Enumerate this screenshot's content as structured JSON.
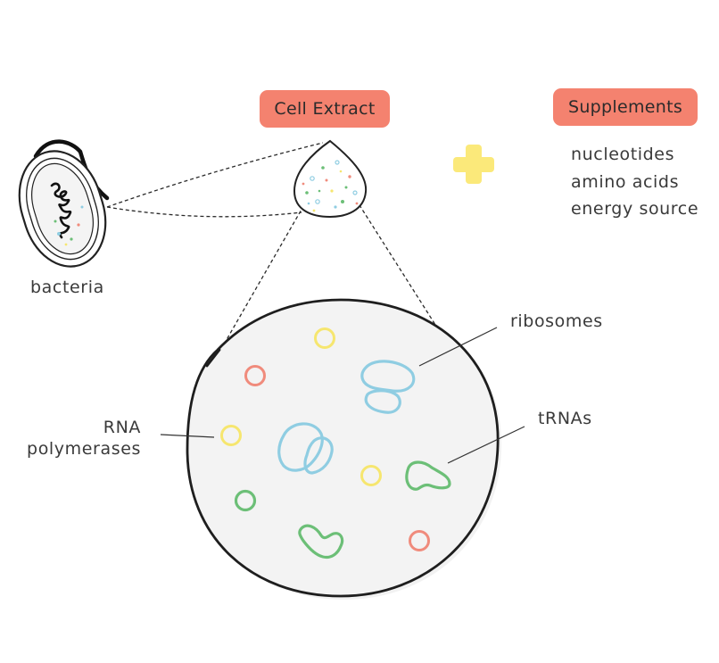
{
  "header": {
    "cell_extract_label": "Cell Extract",
    "supplements_label": "Supplements"
  },
  "supplements": {
    "items": [
      "nucleotides",
      "amino acids",
      "energy source"
    ]
  },
  "labels": {
    "bacteria": "bacteria",
    "ribosomes": "ribosomes",
    "trnas": "tRNAs",
    "rna_polymerases_line1": "RNA",
    "rna_polymerases_line2": "polymerases"
  },
  "colors": {
    "pill": "#f4826f",
    "plus": "#fbe97a",
    "ribosome": "#8fcde2",
    "trna": "#6cbf77",
    "polymerase_yellow": "#f6e66f",
    "polymerase_red": "#f08b7c",
    "cell_fill": "#f2f2f2",
    "outline": "#1e1e1e"
  }
}
